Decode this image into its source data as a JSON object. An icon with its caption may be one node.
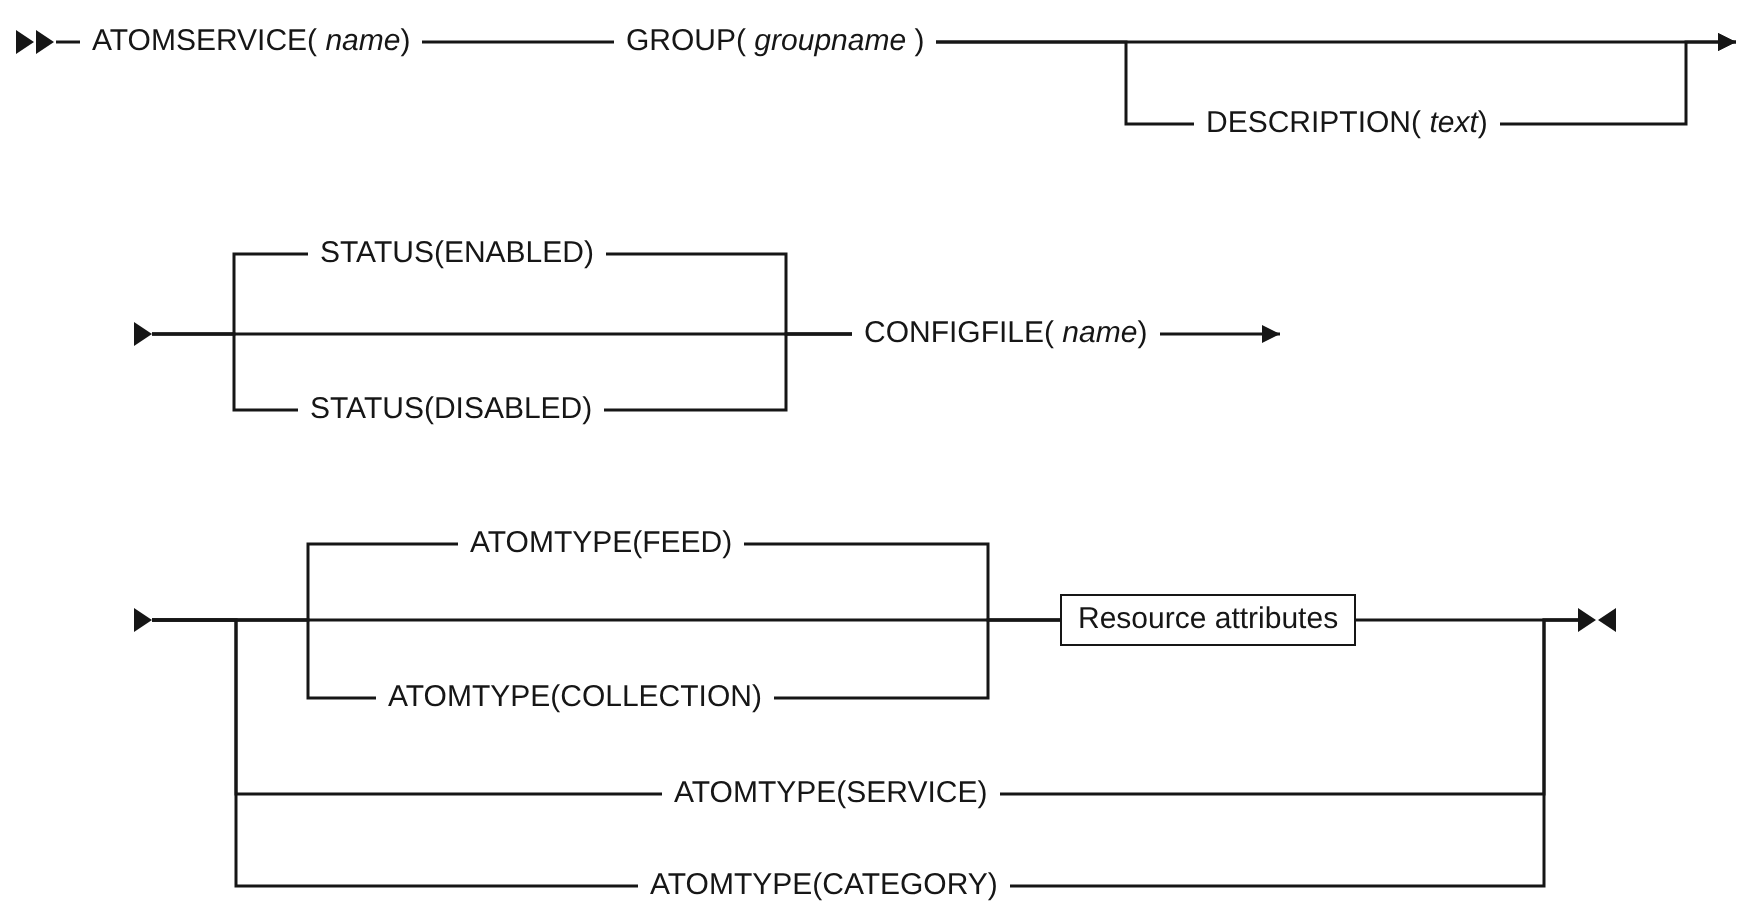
{
  "diagram": {
    "nodes": [
      {
        "text": [],
        "shape": "triangle"
      },
      {
        "text": [
          "ATOMSERVICE( *name*)"
        ]
      },
      {
        "text": [
          "GROUP( *groupname* )"
        ]
      },
      {
        "text": [
          "DESCRIPTION( *text*)"
        ]
      },
      {
        "text": [],
        "shape": "triangle"
      },
      {
        "text": [
          "STATUS(ENABLED)"
        ]
      },
      {
        "text": [
          "STATUS(DISABLED)"
        ]
      },
      {
        "text": [
          "CONFIGFILE( *name*)"
        ]
      },
      {
        "text": [],
        "shape": "triangle"
      },
      {
        "text": [
          "ATOMTYPE(FEED)"
        ]
      },
      {
        "text": [
          "ATOMTYPE(COLLECTION)"
        ]
      },
      {
        "text": [
          "Resource attributes"
        ]
      },
      {
        "text": [],
        "shape": "triangle"
      },
      {
        "text": [
          "ATOMTYPE(SERVICE)"
        ]
      },
      {
        "text": [
          "ATOMTYPE(CATEGORY)"
        ]
      }
    ],
    "edges": [
      {
        "from": 0,
        "to": 1,
        "arrow": "none"
      },
      {
        "from": 1,
        "to": 2,
        "arrow": "none"
      },
      {
        "from": 2,
        "to": 3,
        "arrow": "none"
      },
      {
        "from": 3,
        "to": null,
        "arrow": "to"
      },
      {
        "from": 2,
        "to": null,
        "arrow": "to"
      },
      {
        "from": 4,
        "to": 5,
        "arrow": "none"
      },
      {
        "from": 4,
        "to": 6,
        "arrow": "none"
      },
      {
        "from": 4,
        "to": 7,
        "arrow": "none"
      },
      {
        "from": 5,
        "to": 7,
        "arrow": "none"
      },
      {
        "from": 6,
        "to": 7,
        "arrow": "none"
      },
      {
        "from": 7,
        "to": null,
        "arrow": "to"
      },
      {
        "from": 8,
        "to": 9,
        "arrow": "none"
      },
      {
        "from": 8,
        "to": 10,
        "arrow": "none"
      },
      {
        "from": 8,
        "to": 11,
        "arrow": "none"
      },
      {
        "from": 9,
        "to": 11,
        "arrow": "none"
      },
      {
        "from": 10,
        "to": 11,
        "arrow": "none"
      },
      {
        "from": 8,
        "to": 13,
        "arrow": "none"
      },
      {
        "from": 8,
        "to": 14,
        "arrow": "none"
      },
      {
        "from": 11,
        "to": 12,
        "arrow": "none"
      },
      {
        "from": 13,
        "to": 12,
        "arrow": "none"
      },
      {
        "from": 14,
        "to": 12,
        "arrow": "none"
      }
    ]
  }
}
